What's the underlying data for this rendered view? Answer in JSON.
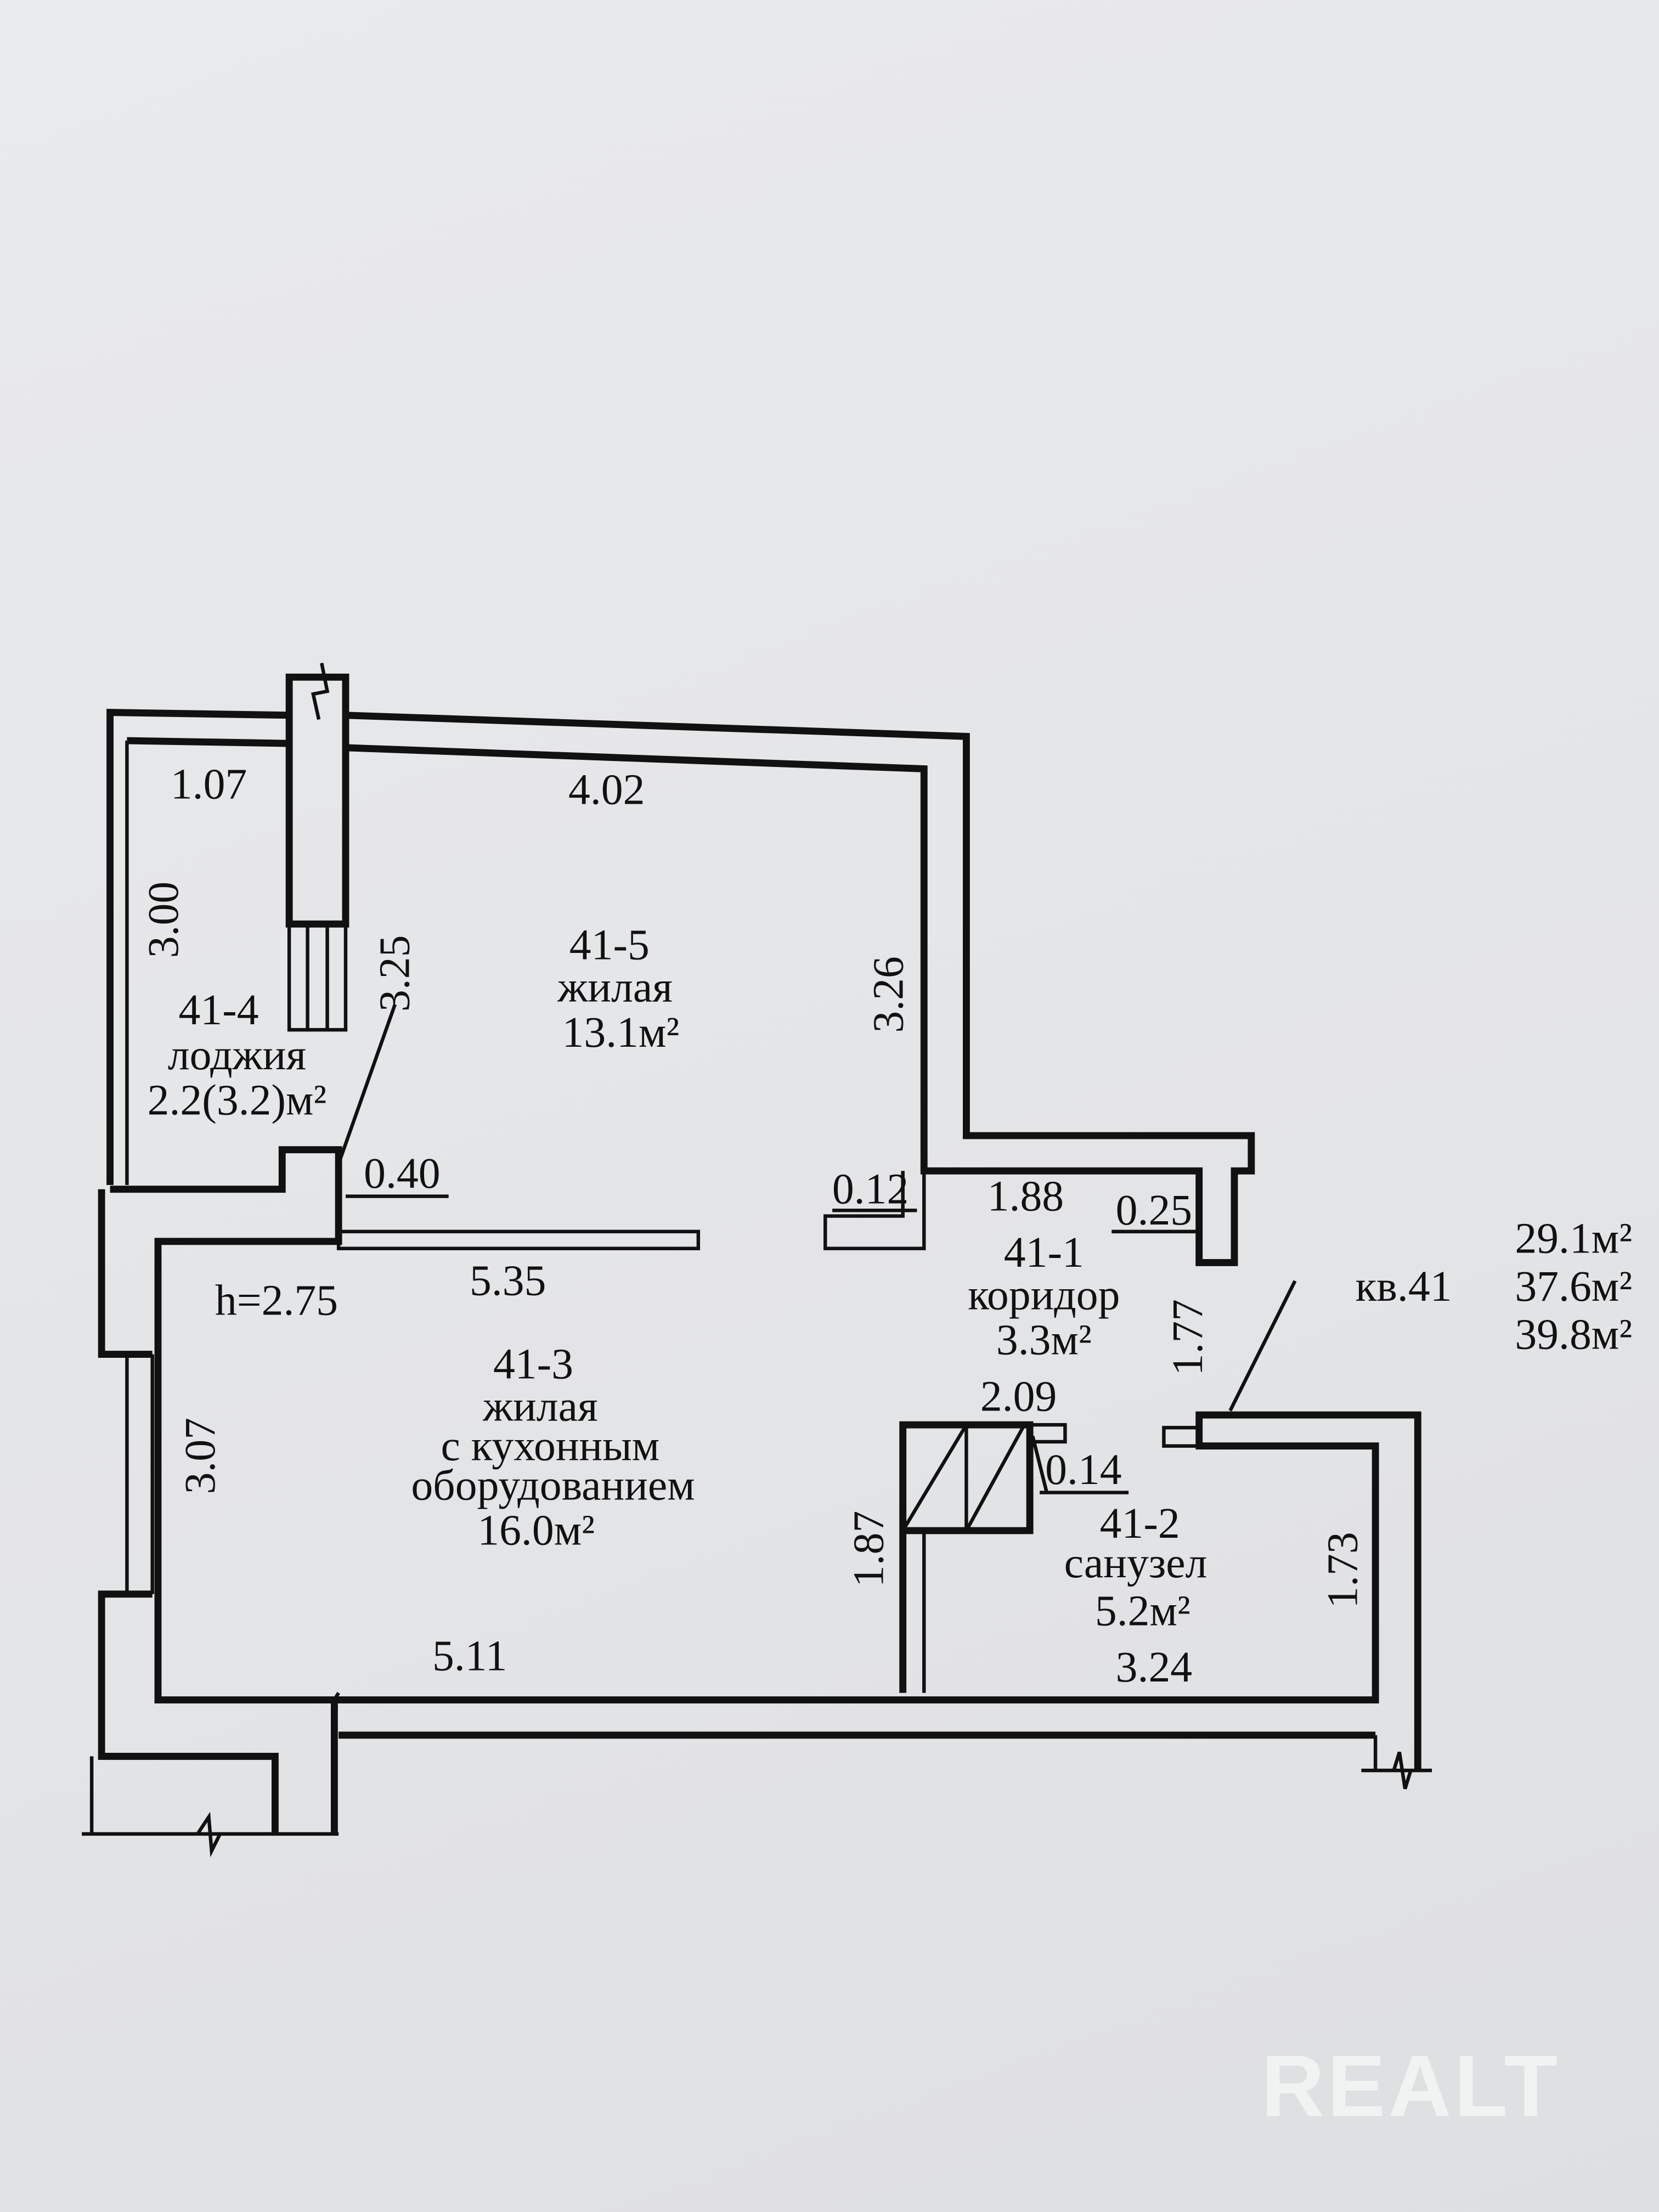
{
  "rooms": {
    "r415": {
      "id": "41-5",
      "name": "жилая",
      "area": "13.1м²"
    },
    "r414": {
      "id": "41-4",
      "name": "лоджия",
      "area": "2.2(3.2)м²"
    },
    "r413": {
      "id": "41-3",
      "name1": "жилая",
      "name2": "с кухонным",
      "name3": "оборудованием",
      "area": "16.0м²"
    },
    "r411": {
      "id": "41-1",
      "name": "коридор",
      "area": "3.3м²"
    },
    "r412": {
      "id": "41-2",
      "name": "санузел",
      "area": "5.2м²"
    }
  },
  "dimensions": {
    "d107": "1.07",
    "d402": "4.02",
    "d300": "3.00",
    "d325": "3.25",
    "d326": "3.26",
    "d040": "0.40",
    "d012": "0.12",
    "d188": "1.88",
    "d025": "0.25",
    "d535": "5.35",
    "d177": "1.77",
    "d209": "2.09",
    "d014": "0.14",
    "d307": "3.07",
    "d187": "1.87",
    "d173": "1.73",
    "d511": "5.11",
    "d324": "3.24"
  },
  "ceiling_height": "h=2.75",
  "apartment": {
    "label": "кв.41",
    "living_area": "29.1м²",
    "total_area": "37.6м²",
    "total_with_loggia": "39.8м²"
  },
  "watermark": "REALT"
}
